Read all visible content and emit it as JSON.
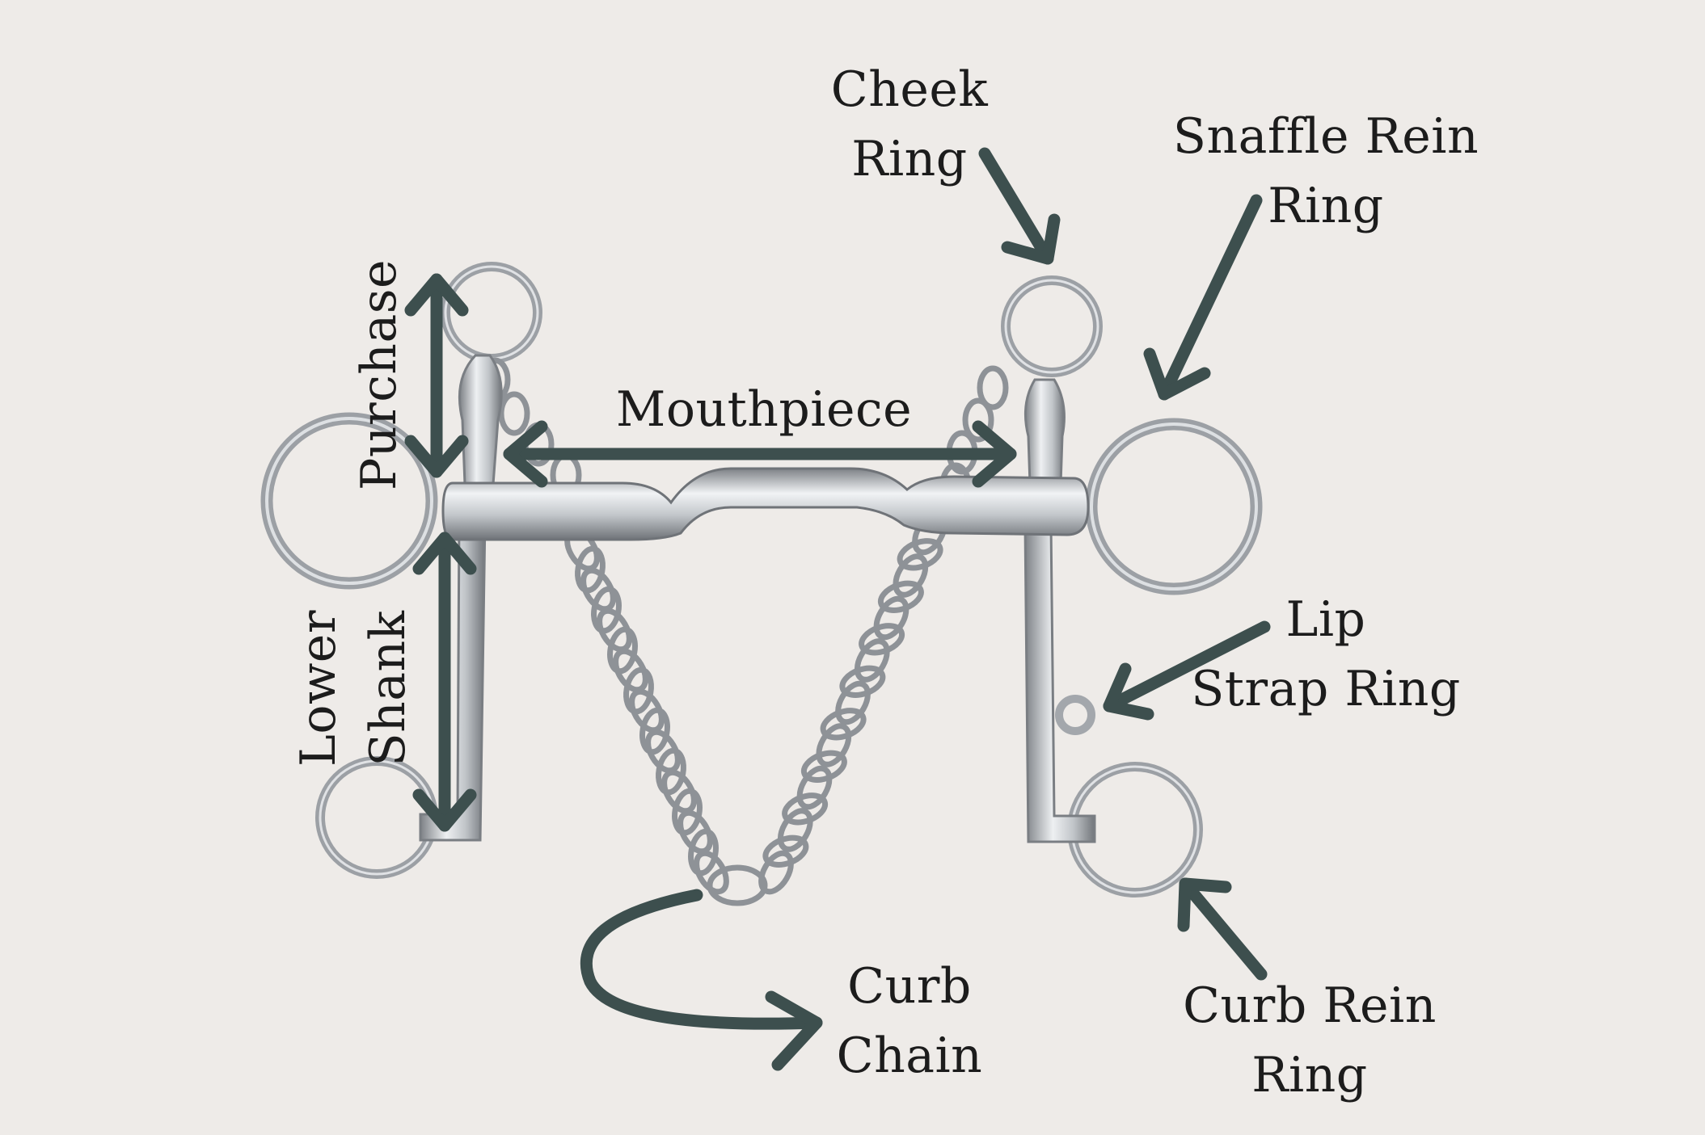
{
  "labels": {
    "cheek_ring": "Cheek\nRing",
    "snaffle_rein_ring": "Snaffle Rein\nRing",
    "mouthpiece": "Mouthpiece",
    "purchase": "Purchase",
    "lower_shank": "Lower\nShank",
    "lip_strap_ring": "Lip\nStrap Ring",
    "curb_chain": "Curb\nChain",
    "curb_rein_ring": "Curb Rein\nRing"
  },
  "colors": {
    "background": "#eeebe8",
    "arrow": "#3d4f4e",
    "metal": "#a9adb2",
    "metal_highlight": "#eef0f2",
    "text": "#1c1c1c"
  }
}
